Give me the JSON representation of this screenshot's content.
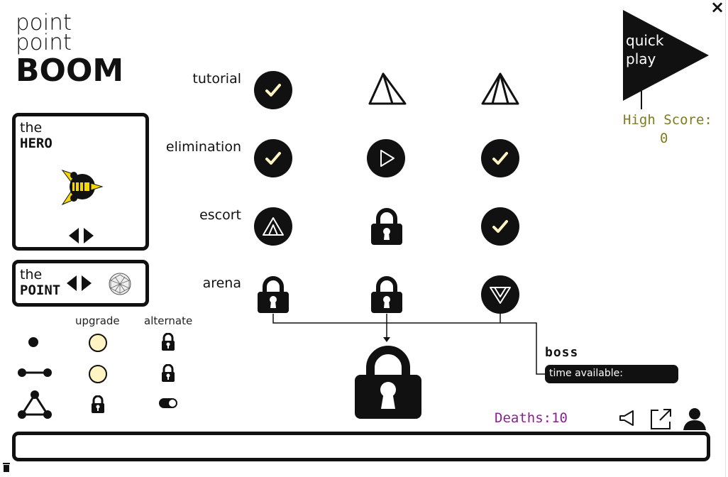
{
  "close_label": "×",
  "logo": {
    "line1": "point",
    "line2": "point",
    "line3": "BOOM"
  },
  "hero_panel": {
    "the": "the",
    "name": "HERO"
  },
  "point_panel": {
    "the": "the",
    "name": "POINT"
  },
  "upgrades": {
    "col_upgrade": "upgrade",
    "col_alternate": "alternate"
  },
  "levels": {
    "rows": [
      {
        "label": "tutorial",
        "cells": [
          "completed",
          "level-available",
          "level-available"
        ]
      },
      {
        "label": "elimination",
        "cells": [
          "completed",
          "play",
          "completed"
        ]
      },
      {
        "label": "escort",
        "cells": [
          "level-available",
          "locked",
          "completed"
        ]
      },
      {
        "label": "arena",
        "cells": [
          "locked",
          "locked",
          "level-available"
        ]
      }
    ]
  },
  "boss": {
    "label": "boss",
    "time_label": "time available:"
  },
  "quick_play": {
    "line1": "quick",
    "line2": "play"
  },
  "high_score": {
    "label": "High Score:",
    "value": "0"
  },
  "deaths": {
    "label": "Deaths:10"
  },
  "colors": {
    "accent_yellow": "#fff4c2",
    "deaths_purple": "#8a1f8f",
    "highscore_olive": "#7e7a1e",
    "ship_yellow": "#f2d800"
  }
}
